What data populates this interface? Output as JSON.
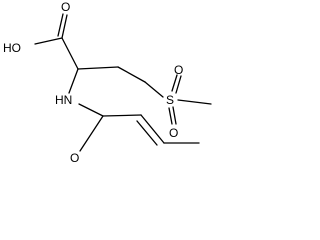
{
  "molecule": {
    "atoms": {
      "hydroxyl": "HO",
      "acid_oxygen": "O",
      "amide_nitrogen": "HN",
      "sulfur": "S",
      "sulfonyl_oxygen_top": "O",
      "sulfonyl_oxygen_bottom": "O",
      "amide_oxygen": "O"
    },
    "colors": {
      "bond": "#000000",
      "label": "#000000",
      "background": "#ffffff"
    }
  }
}
